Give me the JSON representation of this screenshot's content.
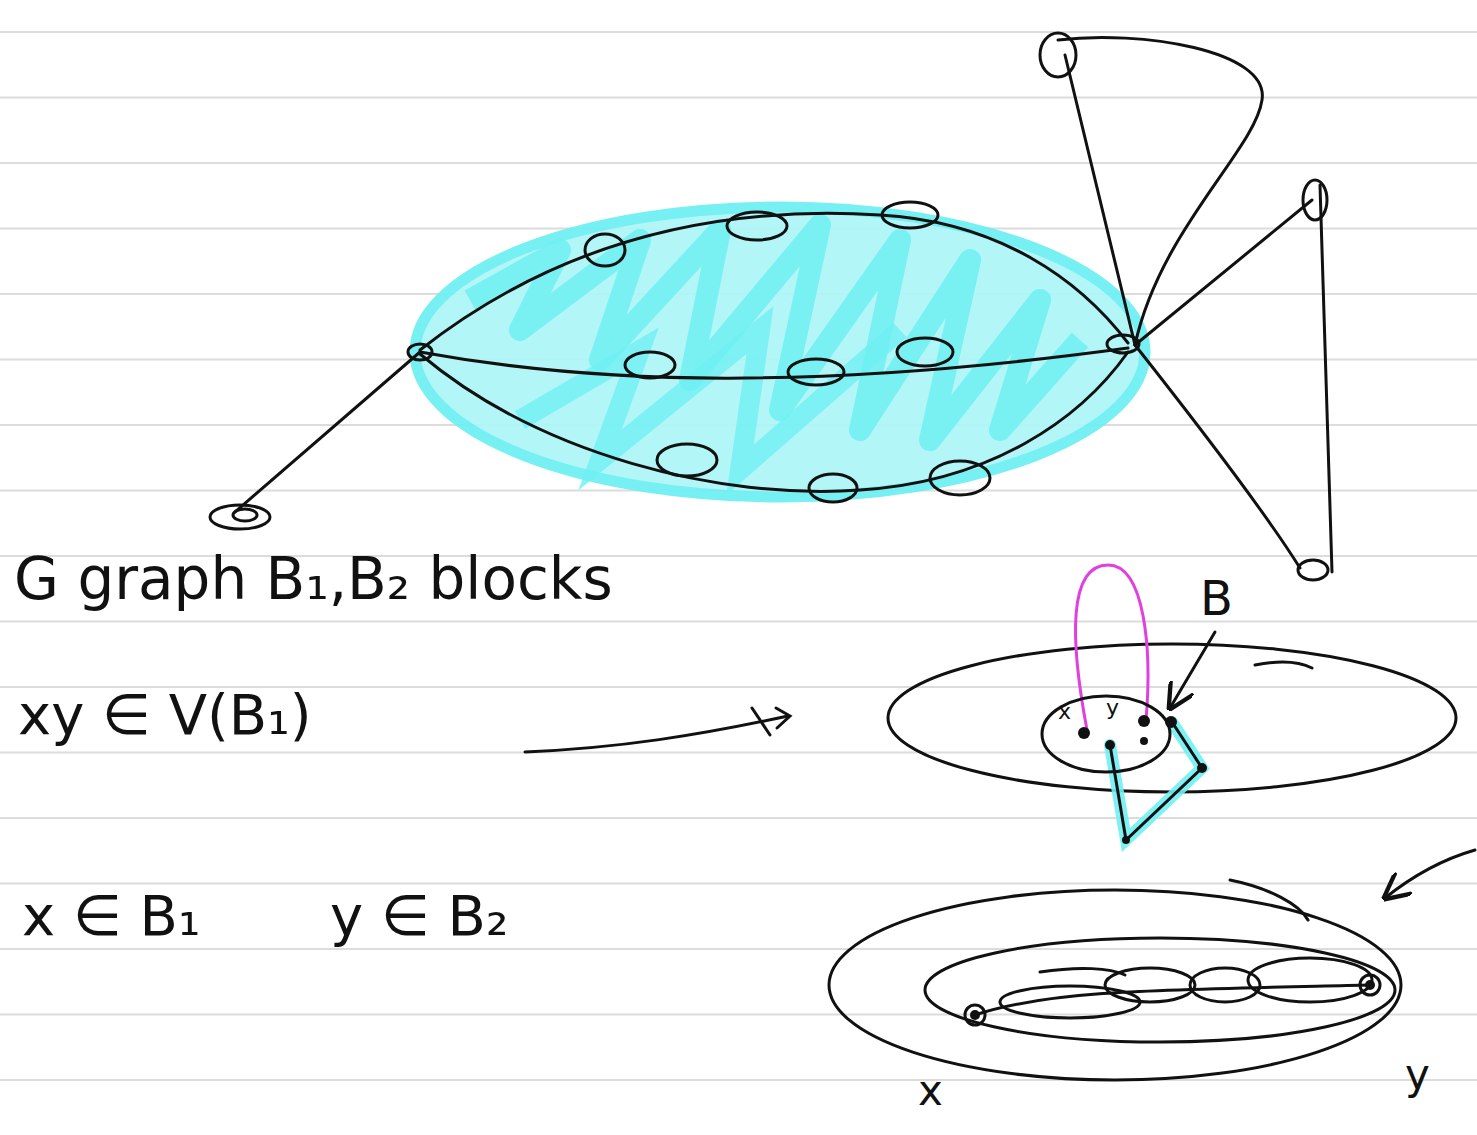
{
  "diagram": {
    "nodes": [
      {
        "text": [
          "x",
          "y"
        ]
      }
    ],
    "labels": [
      "G graph B₁,B₂ blocks",
      "xy ∈ V(B₁)",
      "x ∈ B₁",
      "y ∈ B₂",
      "B",
      "x",
      "y"
    ]
  }
}
